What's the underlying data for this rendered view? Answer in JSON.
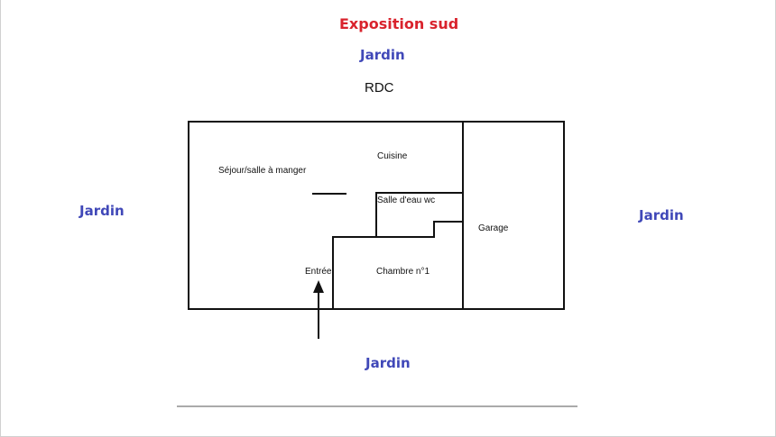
{
  "header": {
    "exposure": "Exposition sud",
    "garden_top": "Jardin",
    "level": "RDC"
  },
  "gardens": {
    "left": "Jardin",
    "right": "Jardin",
    "bottom": "Jardin"
  },
  "rooms": {
    "living": "Séjour/salle à manger",
    "kitchen": "Cuisine",
    "shower": "Salle d'eau wc",
    "garage": "Garage",
    "entrance": "Entrée",
    "bedroom": "Chambre n°1"
  },
  "colors": {
    "accent_red": "#d9232d",
    "accent_blue": "#4048b8",
    "wall": "#111111",
    "rule": "#555555"
  }
}
